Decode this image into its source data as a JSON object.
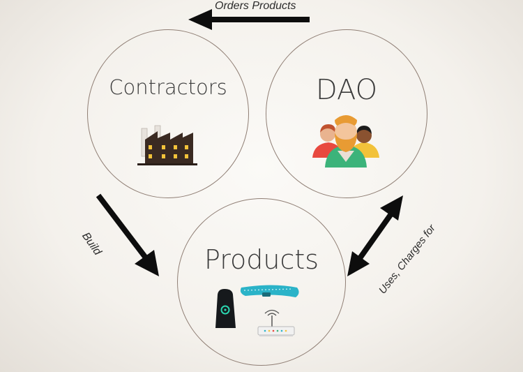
{
  "nodes": {
    "contractors": {
      "label": "Contractors"
    },
    "dao": {
      "label": "DAO"
    },
    "products": {
      "label": "Products"
    }
  },
  "edges": {
    "orders": {
      "label": "Orders Products"
    },
    "build": {
      "label": "Build"
    },
    "uses": {
      "label": "Uses, Charges for"
    }
  },
  "colors": {
    "circle_stroke": "#8f7e74",
    "arrow": "#0d0d0d",
    "factory": "#3a2a22",
    "window": "#f2c23a",
    "accent_teal": "#2bb3c8"
  }
}
